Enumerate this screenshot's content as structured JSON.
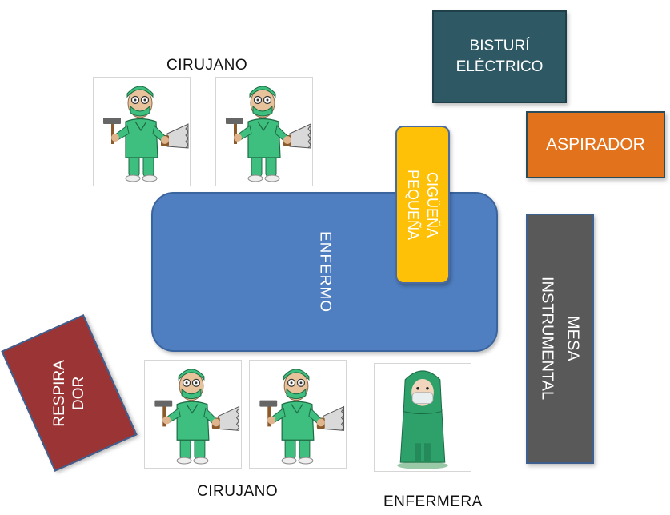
{
  "labels": {
    "surgeon_top": "CIRUJANO",
    "surgeon_bottom": "CIRUJANO",
    "nurse": "ENFERMERA"
  },
  "boxes": {
    "bisturi_line1": "BISTURÍ",
    "bisturi_line2": "ELÉCTRICO",
    "aspirador": "ASPIRADOR",
    "ciguena_line1": "CIGÜEÑA",
    "ciguena_line2": "PEQUEÑA",
    "enfermo": "ENFERMO",
    "mesa_line1": "MESA",
    "mesa_line2": "INSTRUMENTAL",
    "respirador_line1": "RESPIRA",
    "respirador_line2": "DOR"
  },
  "icons": {
    "surgeon": "surgeon-figure-icon",
    "nurse": "nurse-figure-icon"
  },
  "colors": {
    "bisturi": "#2e5964",
    "aspirador": "#e2721b",
    "ciguena": "#ffc107",
    "enfermo": "#4f7fc1",
    "mesa": "#595959",
    "respirador": "#9b3434",
    "scrubs": "#3fbf7f"
  }
}
